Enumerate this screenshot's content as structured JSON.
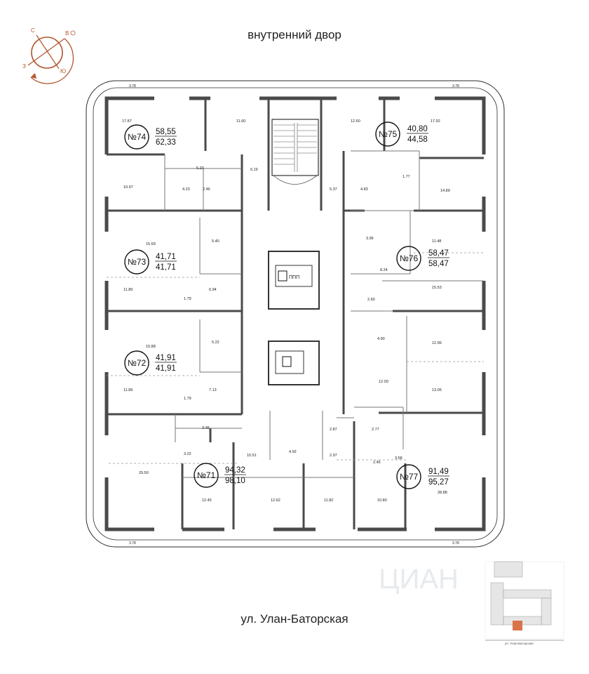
{
  "labels": {
    "courtyard": "внутренний двор",
    "street": "ул. Улан-Баторская",
    "elevator_sign": "ППП"
  },
  "compass": {
    "north": "С",
    "east": "В",
    "south": "Ю",
    "west": "З",
    "color": "#b3552e"
  },
  "apartments": [
    {
      "number": "№74",
      "living": "58,55",
      "total": "62,33"
    },
    {
      "number": "№75",
      "living": "40,80",
      "total": "44,58"
    },
    {
      "number": "№73",
      "living": "41,71",
      "total": "41,71"
    },
    {
      "number": "№76",
      "living": "58,47",
      "total": "58,47"
    },
    {
      "number": "№72",
      "living": "41,91",
      "total": "41,91"
    },
    {
      "number": "№71",
      "living": "94,32",
      "total": "98,10"
    },
    {
      "number": "№77",
      "living": "91,49",
      "total": "95,27"
    }
  ],
  "room_areas": [
    "17.87",
    "11.60",
    "12.60",
    "17.92",
    "10.97",
    "5.23",
    "4.23",
    "2.46",
    "6.19",
    "5.37",
    "4.83",
    "1.77",
    "14.89",
    "15.69",
    "5.40",
    "3.96",
    "11.48",
    "8.24",
    "11.89",
    "6.94",
    "1.79",
    "2.60",
    "15.53",
    "15.88",
    "5.22",
    "4.90",
    "12.96",
    "11.89",
    "7.13",
    "1.79",
    "12.00",
    "13.05",
    "3.36",
    "2.87",
    "2.77",
    "3.22",
    "10.51",
    "4.92",
    "2.97",
    "2.45",
    "3.68",
    "29.50",
    "12.45",
    "12.62",
    "11.82",
    "10.80",
    "28.88"
  ],
  "balcony_dims": [
    "3.78",
    "3.78",
    "3.78",
    "3.78"
  ],
  "watermark": "ЦИАН",
  "minimap": {
    "street": "ул. Улан-Баторская",
    "highlight_color": "#d9734a"
  }
}
